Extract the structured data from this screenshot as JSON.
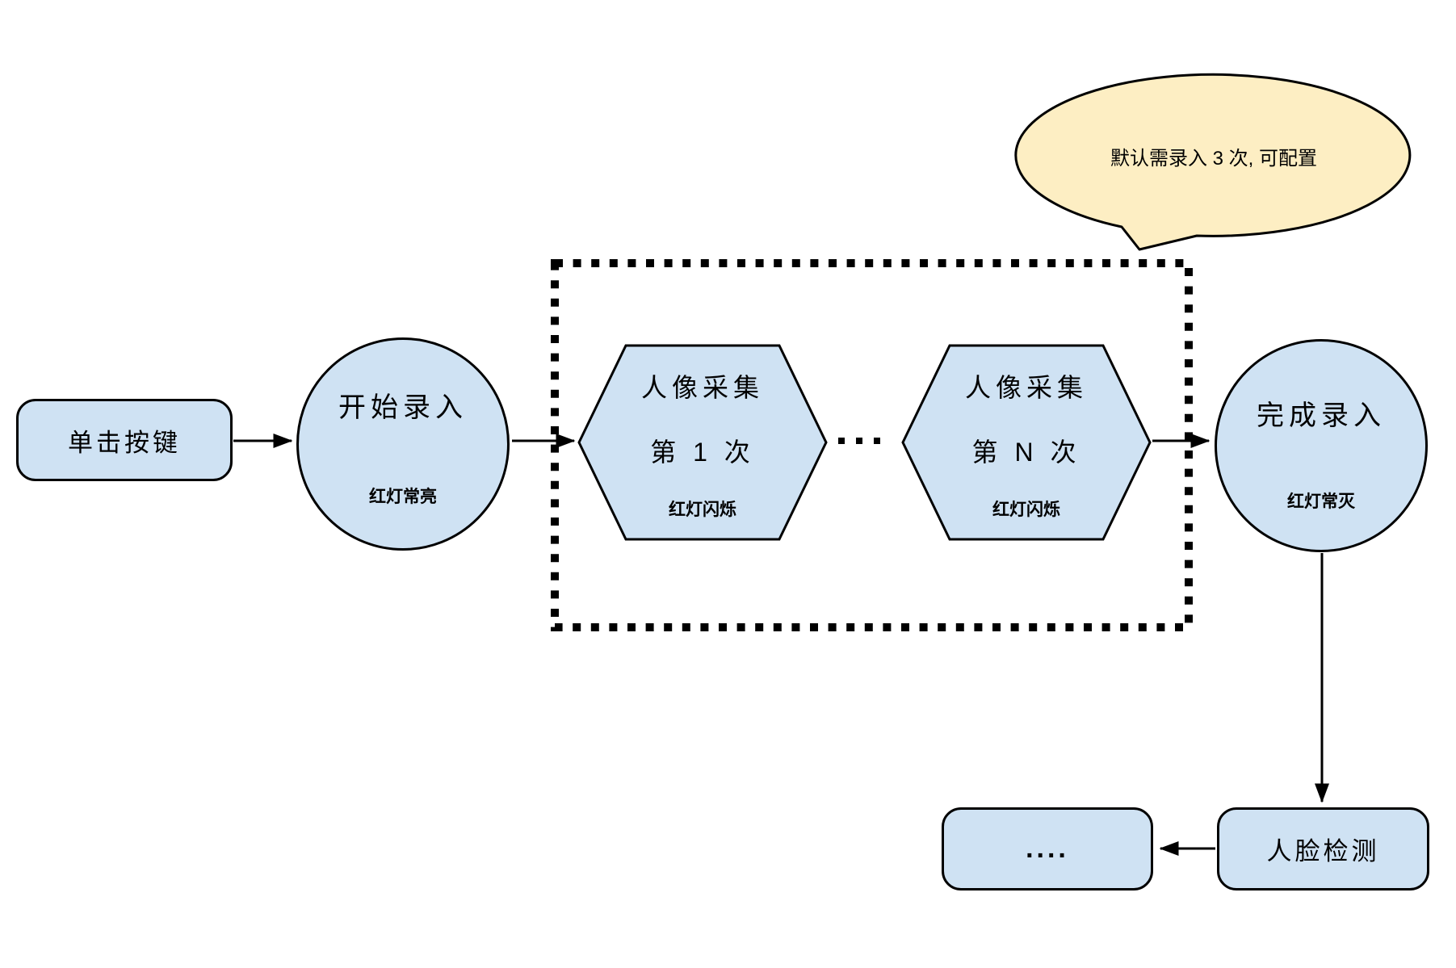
{
  "diagram": {
    "title": "face-enrollment-flowchart",
    "callout": {
      "text": "默认需录入 3 次, 可配置"
    },
    "nodes": {
      "click_button": {
        "label": "单击按键"
      },
      "start_record": {
        "label": "开始录入",
        "sublabel": "红灯常亮"
      },
      "capture_first": {
        "label": "人像采集",
        "label2": "第 1 次",
        "sublabel": "红灯闪烁"
      },
      "capture_nth": {
        "label": "人像采集",
        "label2": "第 N 次",
        "sublabel": "红灯闪烁"
      },
      "finish_record": {
        "label": "完成录入",
        "sublabel": "红灯常灭"
      },
      "ellipsis": {
        "label": "...."
      },
      "face_detect": {
        "label": "人脸检测"
      }
    },
    "colors": {
      "node_fill": "#cfe2f3",
      "bubble_fill": "#fdeec3",
      "stroke": "#000000"
    }
  }
}
